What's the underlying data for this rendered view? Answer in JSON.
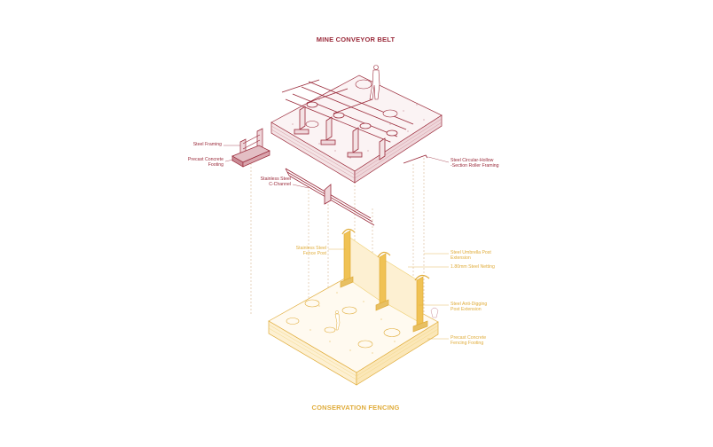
{
  "colors": {
    "conveyor": "#9a2a3a",
    "conveyor_light": "#c98a94",
    "fencing": "#e0ac3a",
    "fencing_light": "#f0d27a",
    "guide": "#cfa77a"
  },
  "titles": {
    "top": "MINE CONVEYOR BELT",
    "bottom": "CONSERVATION FENCING"
  },
  "labels": {
    "steel_framing": "Steel Framing",
    "precast_footing": "Precast Concrete\nFooting",
    "stainless_c_channel": "Stainless Steel\nC-Channel",
    "circular_hollow": "Steel Circular-Hollow\n-Section Roller Framing",
    "fence_post": "Stainless Steel\nFence Post",
    "umbrella_post": "Steel Umbrella Post\nExtension",
    "netting": "1.80mm Steel Netting",
    "anti_digging": "Steel Anti-Digging\nPost Extension",
    "fencing_footing": "Precast Concrete\nFencing Footing"
  },
  "icons": {
    "human_figure": "human-figure-icon",
    "shrub": "shrub-icon"
  }
}
